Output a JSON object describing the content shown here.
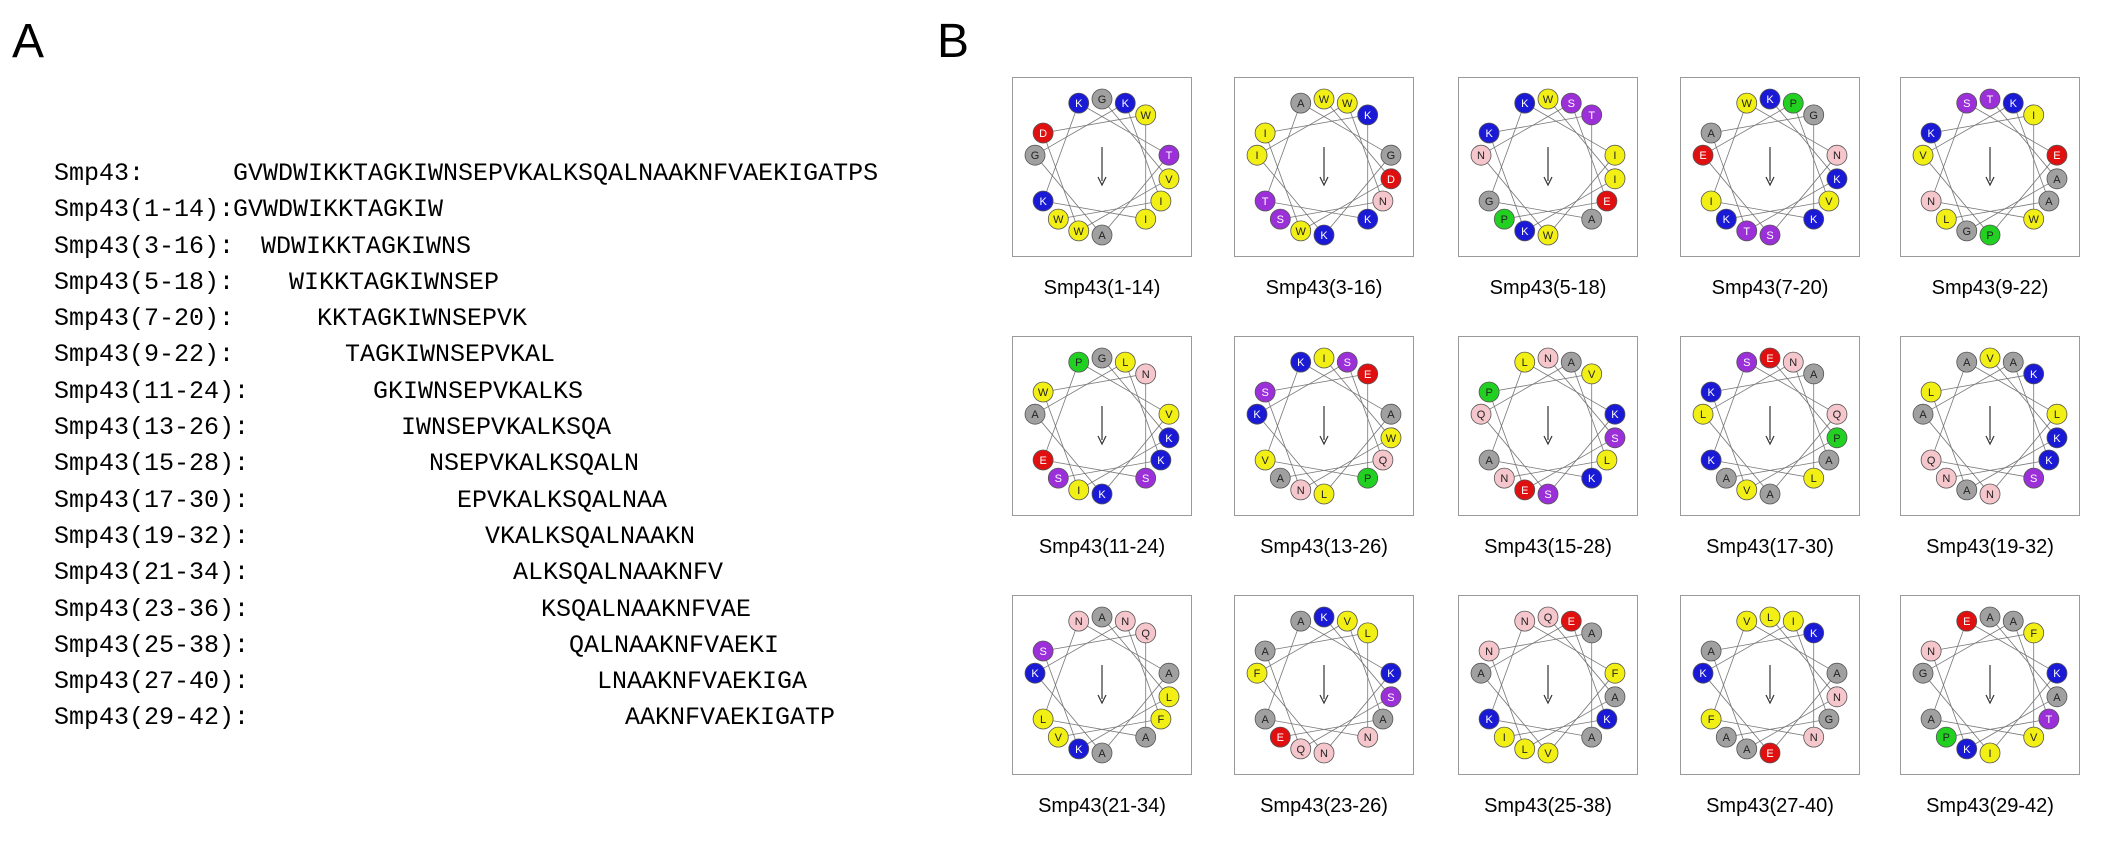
{
  "panel_a": {
    "label": "A",
    "full_sequence": {
      "name": "Smp43:",
      "sequence": "GVWDWIKKTAGKIWNSEPVKALKSQALNAAKNFVAEKIGATPS"
    },
    "fragments": [
      {
        "name": "Smp43(1-14):",
        "sequence": "GVWDWIKKTAGKIW"
      },
      {
        "name": "Smp43(3-16):",
        "sequence": "WDWIKKTAGKIWNS"
      },
      {
        "name": "Smp43(5-18):",
        "sequence": "WIKKTAGKIWNSEP"
      },
      {
        "name": "Smp43(7-20):",
        "sequence": "KKTAGKIWNSEPVK"
      },
      {
        "name": "Smp43(9-22):",
        "sequence": "TAGKIWNSEPVKAL"
      },
      {
        "name": "Smp43(11-24):",
        "sequence": "GKIWNSEPVKALKS"
      },
      {
        "name": "Smp43(13-26):",
        "sequence": "IWNSEPVKALKSQA"
      },
      {
        "name": "Smp43(15-28):",
        "sequence": "NSEPVKALKSQALN"
      },
      {
        "name": "Smp43(17-30):",
        "sequence": "EPVKALKSQALNAA"
      },
      {
        "name": "Smp43(19-32):",
        "sequence": "VKALKSQALNAAKN"
      },
      {
        "name": "Smp43(21-34):",
        "sequence": "ALKSQALNAAKNFV"
      },
      {
        "name": "Smp43(23-36):",
        "sequence": "KSQALNAAKNFVAE"
      },
      {
        "name": "Smp43(25-38):",
        "sequence": "QALNAAKNFVAEKI"
      },
      {
        "name": "Smp43(27-40):",
        "sequence": "LNAAKNFVAEKIGA"
      },
      {
        "name": "Smp43(29-42):",
        "sequence": "AAKNFVAEKIGATP"
      }
    ]
  },
  "panel_b": {
    "label": "B",
    "residue_colors": {
      "K": "#1a1ad6",
      "R": "#1a1ad6",
      "D": "#e01010",
      "E": "#e01010",
      "S": "#9b30d9",
      "T": "#9b30d9",
      "N": "#f5c6cb",
      "Q": "#f5c6cb",
      "P": "#22d022",
      "G": "#a0a0a0",
      "A": "#a0a0a0",
      "V": "#f2ef14",
      "I": "#f2ef14",
      "L": "#f2ef14",
      "W": "#f2ef14",
      "F": "#f2ef14",
      "M": "#f2ef14"
    },
    "wheels": [
      {
        "caption": "Smp43(1-14)",
        "sequence": "GVWDWIKKTAGKIW"
      },
      {
        "caption": "Smp43(3-16)",
        "sequence": "WDWIKKTAGKIWNS"
      },
      {
        "caption": "Smp43(5-18)",
        "sequence": "WIKKTAGKIWNSEP"
      },
      {
        "caption": "Smp43(7-20)",
        "sequence": "KKTAGKIWNSEPVK"
      },
      {
        "caption": "Smp43(9-22)",
        "sequence": "TAGKIWNSEPVKAL"
      },
      {
        "caption": "Smp43(11-24)",
        "sequence": "GKIWNSEPVKALKS"
      },
      {
        "caption": "Smp43(13-26)",
        "sequence": "IWNSEPVKALKSQA"
      },
      {
        "caption": "Smp43(15-28)",
        "sequence": "NSEPVKALKSQALN"
      },
      {
        "caption": "Smp43(17-30)",
        "sequence": "EPVKALKSQALNAA"
      },
      {
        "caption": "Smp43(19-32)",
        "sequence": "VKALKSQALNAAKN"
      },
      {
        "caption": "Smp43(21-34)",
        "sequence": "ALKSQALNAAKNFV"
      },
      {
        "caption": "Smp43(23-26)",
        "sequence": "KSQALNAAKNFVAE"
      },
      {
        "caption": "Smp43(25-38)",
        "sequence": "QALNAAKNFVAEKI"
      },
      {
        "caption": "Smp43(27-40)",
        "sequence": "LNAAKNFVAEKIGA"
      },
      {
        "caption": "Smp43(29-42)",
        "sequence": "AAKNFVAEKIGATP"
      }
    ]
  }
}
